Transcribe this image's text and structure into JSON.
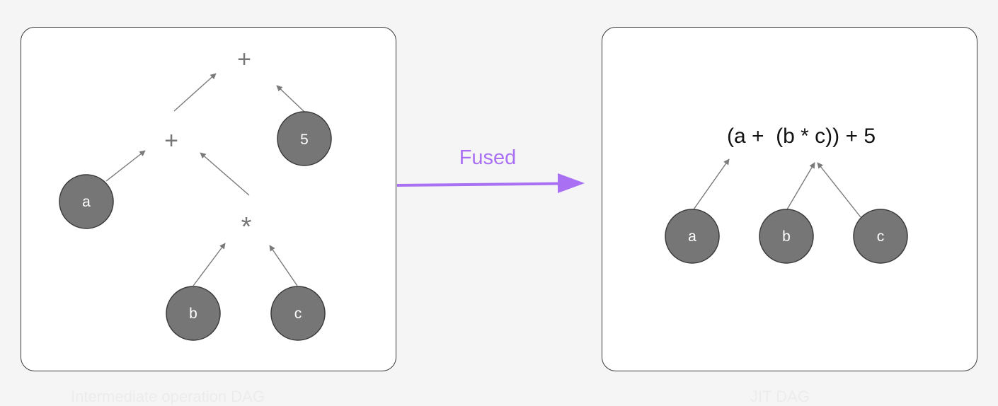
{
  "colors": {
    "background": "#f5f5f5",
    "panel_fill": "#ffffff",
    "panel_border": "#3a3a3a",
    "node_fill": "#767676",
    "node_stroke": "#3a3a3a",
    "node_text": "#ffffff",
    "operator_text": "#767676",
    "edge": "#7a7a7a",
    "fused_arrow": "#a970f3",
    "fused_label": "#a970f3",
    "expression_text": "#111111"
  },
  "left_panel": {
    "operators": {
      "top_plus": "+",
      "mid_plus": "+",
      "times": "*"
    },
    "nodes": {
      "a": "a",
      "b": "b",
      "c": "c",
      "five": "5"
    }
  },
  "arrow": {
    "label": "Fused"
  },
  "right_panel": {
    "expression": "(a +  (b * c)) + 5",
    "nodes": {
      "a": "a",
      "b": "b",
      "c": "c"
    }
  },
  "captions": {
    "left": "Intermediate operation DAG",
    "right": "JIT DAG"
  }
}
